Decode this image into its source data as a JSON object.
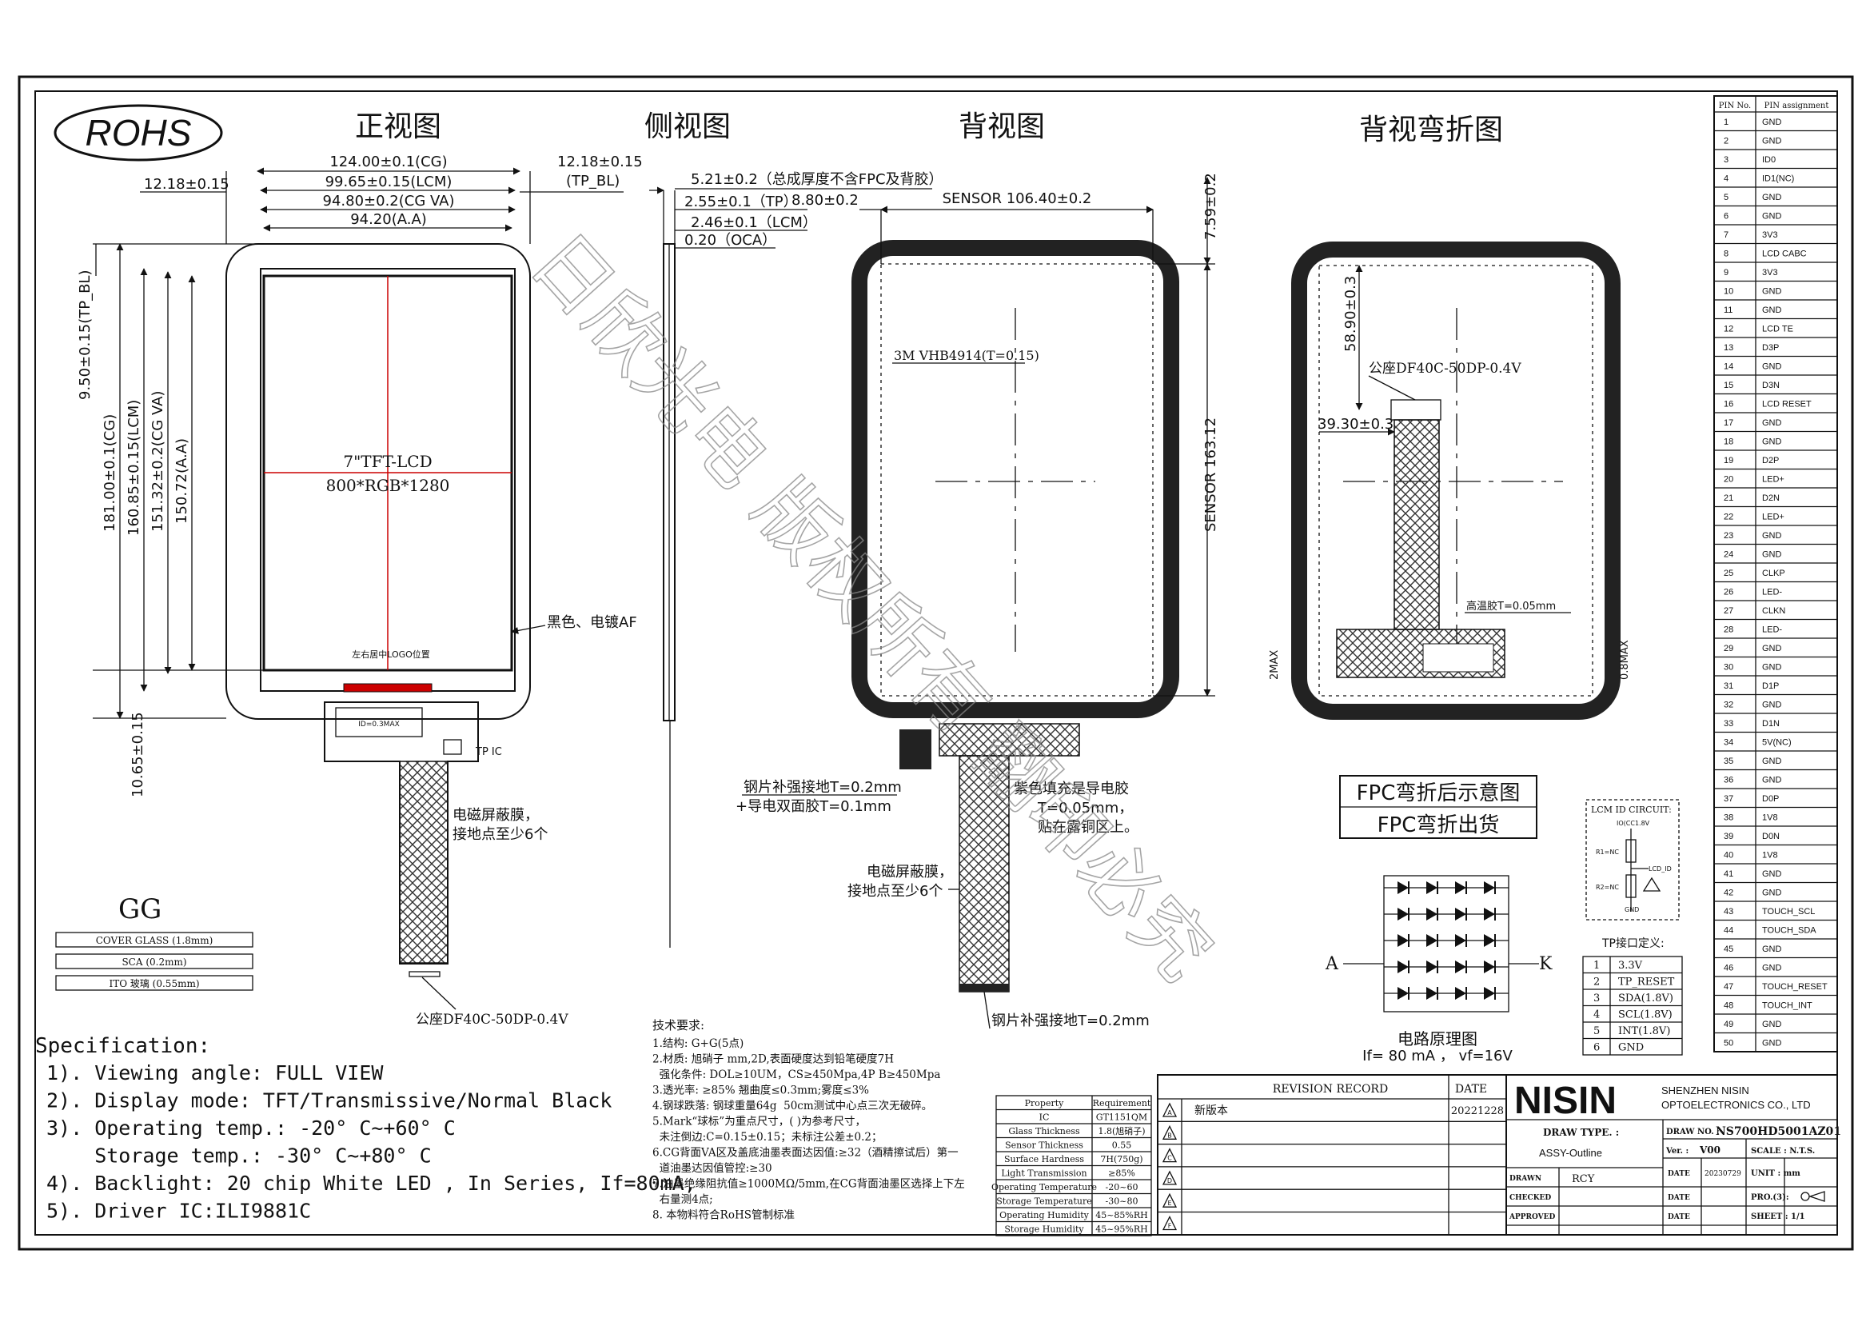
{
  "badges": {
    "rohs": "ROHS",
    "gg": "GG"
  },
  "views": {
    "front": "正视图",
    "side": "侧视图",
    "back": "背视图",
    "back_bent": "背视弯折图"
  },
  "front": {
    "dims": {
      "cg_width": "124.00±0.1(CG)",
      "lcm_width": "99.65±0.15(LCM)",
      "cg_va_width": "94.80±0.2(CG VA)",
      "aa_width": "94.20(A.A)",
      "left_margin": "12.18±0.15",
      "right_margin": "12.18±0.15",
      "tp_bl": "(TP_BL)",
      "top_margin": "9.50±0.15(TP_BL)",
      "cg_height": "181.00±0.1(CG)",
      "lcm_height": "160.85±0.15(LCM)",
      "cg_va_height": "151.32±0.2(CG VA)",
      "aa_height": "150.72(A.A)",
      "bottom_margin": "10.65±0.15"
    },
    "lcd_title": "7\"TFT-LCD",
    "resolution": "800*RGB*1280",
    "black_label": "黑色、电镀AF",
    "logo_pos_label": "左右居中LOGO位置",
    "tp_ic": "TP IC",
    "emi_label_1": "电磁屏蔽膜，",
    "emi_label_2": "接地点至少6个",
    "connector": "公座DF40C-50DP-0.4V"
  },
  "side": {
    "total_thickness": "5.21±0.2（总成厚度不含FPC及背胶）",
    "tp": "2.55±0.1（TP）",
    "lcm": "2.46±0.1（LCM）",
    "oca": "0.20（OCA）"
  },
  "back": {
    "offset": "8.80±0.2",
    "sensor_w": "SENSOR 106.40±0.2",
    "top_margin": "7.59±0.2",
    "sensor_h": "SENSOR 163.12",
    "tape": "3M VHB4914(T=0.15)",
    "steel_1": "钢片补强接地T=0.2mm",
    "steel_2": "+导电双面胶T=0.1mm",
    "purple_1": "紫色填充是导电胶",
    "purple_2": "T=0.05mm，",
    "purple_3": "贴在露铜区上。",
    "emi_1": "电磁屏蔽膜，",
    "emi_2": "接地点至少6个",
    "steel_bottom": "钢片补强接地T=0.2mm"
  },
  "bent": {
    "dim_58": "58.90±0.3",
    "dim_39": "39.30±0.3",
    "connector": "公座DF40C-50DP-0.4V",
    "high_temp": "高温胶T=0.05mm",
    "dim_2max": "2MAX",
    "dim_08max": "0.8MAX",
    "fpc_bent_1": "FPC弯折后示意图",
    "fpc_bent_2": "FPC弯折出货"
  },
  "circuit": {
    "title": "电路原理图",
    "spec": "If= 80 mA ， vf=16V",
    "anode": "A",
    "cathode": "K"
  },
  "lcm_id": {
    "title": "LCM ID CIRCUIT:",
    "io": "IO(CC1.8V",
    "r1": "R1=NC",
    "r2": "R2=NC",
    "lcd_id": "LCD_ID",
    "gnd": "GND"
  },
  "tp_interface": {
    "title": "TP接口定义:",
    "rows": [
      {
        "n": "1",
        "name": "3.3V"
      },
      {
        "n": "2",
        "name": "TP_RESET"
      },
      {
        "n": "3",
        "name": "SDA(1.8V)"
      },
      {
        "n": "4",
        "name": "SCL(1.8V)"
      },
      {
        "n": "5",
        "name": "INT(1.8V)"
      },
      {
        "n": "6",
        "name": "GND"
      }
    ]
  },
  "layers": [
    "COVER GLASS (1.8mm)",
    "SCA (0.2mm)",
    "ITO 玻璃 (0.55mm)"
  ],
  "spec": {
    "title": "Specification:",
    "lines": [
      "1). Viewing angle: FULL VIEW",
      "2). Display mode: TFT/Transmissive/Normal Black",
      "3). Operating temp.: -20° C~+60° C",
      "    Storage temp.: -30° C~+80° C",
      "4). Backlight: 20 chip White LED , In Series, If=80mA,",
      "5). Driver IC:ILI9881C"
    ]
  },
  "tech": {
    "title": "技术要求:",
    "lines": [
      "1.结构: G+G(5点)",
      "2.材质: 旭硝子 mm,2D,表面硬度达到铅笔硬度7H",
      "  强化条件: DOL≥10UM，CS≥450Mpa,4P B≥450Mpa",
      "3.透光率: ≥85% 翘曲度≤0.3mm;雾度≤3%",
      "4.钢球跌落: 钢球重量64g  50cm测试中心点三次无破碎。",
      "5.Mark“球标”为重点尺寸，( )为参考尺寸，",
      "  未注倒边:C=0.15±0.15；未标注公差±0.2；",
      "6.CG背面VA区及盖底油墨表面达因值:≥32（酒精擦试后）第一",
      "  道油墨达因值管控:≥30",
      "7.油墨绝缘阻抗值≥1000MΩ/5mm,在CG背面油墨区选择上下左",
      "  右量测4点;",
      "8. 本物料符合RoHS管制标准"
    ]
  },
  "prop_table": {
    "headers": [
      "Property",
      "Requirement"
    ],
    "rows": [
      [
        "IC",
        "GT1151QM"
      ],
      [
        "Glass Thickness",
        "1.8(旭硝子)"
      ],
      [
        "Sensor Thickness",
        "0.55"
      ],
      [
        "Surface Hardness",
        "7H(750g)"
      ],
      [
        "Light Transmission",
        "≥85%"
      ],
      [
        "Operating Temperature",
        "-20~60"
      ],
      [
        "Storage Temperature",
        "-30~80"
      ],
      [
        "Operating Humidity",
        "45~85%RH"
      ],
      [
        "Storage Humidity",
        "45~95%RH"
      ]
    ]
  },
  "revision": {
    "header": "REVISION RECORD",
    "date_header": "DATE",
    "rows": [
      {
        "mark": "A",
        "text": "新版本",
        "date": "20221228"
      },
      {
        "mark": "B",
        "text": "",
        "date": ""
      },
      {
        "mark": "C",
        "text": "",
        "date": ""
      },
      {
        "mark": "D",
        "text": "",
        "date": ""
      },
      {
        "mark": "E",
        "text": "",
        "date": ""
      },
      {
        "mark": "F",
        "text": "",
        "date": ""
      }
    ]
  },
  "title_block": {
    "brand": "NISIN",
    "company_1": "SHENZHEN NISIN",
    "company_2": "OPTOELECTRONICS CO., LTD",
    "draw_type_label": "DRAW TYPE. :",
    "draw_type": "ASSY-Outline",
    "draw_no_label": "DRAW NO. :",
    "draw_no": "NS700HD5001AZ01",
    "ver_label": "Ver. :",
    "ver": "V00",
    "scale_label": "SCALE : N.T.S.",
    "drawn_label": "DRAWN",
    "drawn": "RCY",
    "date_label": "DATE",
    "drawn_date": "20230729",
    "unit_label": "UNIT : mm",
    "checked_label": "CHECKED",
    "pro_label": "PRO.(3):",
    "approved_label": "APPROVED",
    "sheet_label": "SHEET : 1/1"
  },
  "watermark": "日欣光电  版权所有  翻印必究",
  "pins": {
    "headers": [
      "PIN No.",
      "PIN assignment"
    ],
    "rows": [
      [
        "1",
        "GND"
      ],
      [
        "2",
        "GND"
      ],
      [
        "3",
        "ID0"
      ],
      [
        "4",
        "ID1(NC)"
      ],
      [
        "5",
        "GND"
      ],
      [
        "6",
        "GND"
      ],
      [
        "7",
        "3V3"
      ],
      [
        "8",
        "LCD CABC"
      ],
      [
        "9",
        "3V3"
      ],
      [
        "10",
        "GND"
      ],
      [
        "11",
        "GND"
      ],
      [
        "12",
        "LCD TE"
      ],
      [
        "13",
        "D3P"
      ],
      [
        "14",
        "GND"
      ],
      [
        "15",
        "D3N"
      ],
      [
        "16",
        "LCD RESET"
      ],
      [
        "17",
        "GND"
      ],
      [
        "18",
        "GND"
      ],
      [
        "19",
        "D2P"
      ],
      [
        "20",
        "LED+"
      ],
      [
        "21",
        "D2N"
      ],
      [
        "22",
        "LED+"
      ],
      [
        "23",
        "GND"
      ],
      [
        "24",
        "GND"
      ],
      [
        "25",
        "CLKP"
      ],
      [
        "26",
        "LED-"
      ],
      [
        "27",
        "CLKN"
      ],
      [
        "28",
        "LED-"
      ],
      [
        "29",
        "GND"
      ],
      [
        "30",
        "GND"
      ],
      [
        "31",
        "D1P"
      ],
      [
        "32",
        "GND"
      ],
      [
        "33",
        "D1N"
      ],
      [
        "34",
        "5V(NC)"
      ],
      [
        "35",
        "GND"
      ],
      [
        "36",
        "GND"
      ],
      [
        "37",
        "D0P"
      ],
      [
        "38",
        "1V8"
      ],
      [
        "39",
        "D0N"
      ],
      [
        "40",
        "1V8"
      ],
      [
        "41",
        "GND"
      ],
      [
        "42",
        "GND"
      ],
      [
        "43",
        "TOUCH_SCL"
      ],
      [
        "44",
        "TOUCH_SDA"
      ],
      [
        "45",
        "GND"
      ],
      [
        "46",
        "GND"
      ],
      [
        "47",
        "TOUCH_RESET"
      ],
      [
        "48",
        "TOUCH_INT"
      ],
      [
        "49",
        "GND"
      ],
      [
        "50",
        "GND"
      ]
    ]
  }
}
